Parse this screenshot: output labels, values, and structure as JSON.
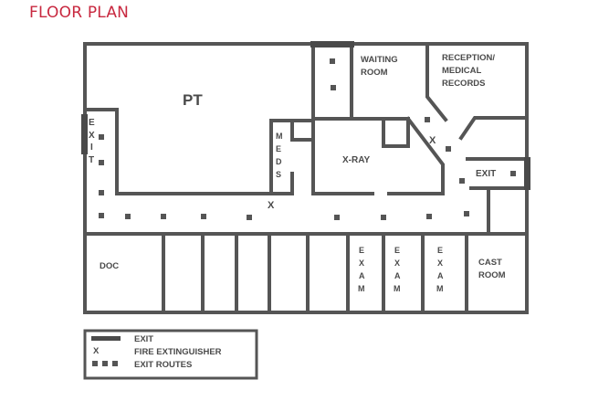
{
  "title": "FLOOR PLAN",
  "colors": {
    "title": "#c8283f",
    "wall": "#555555",
    "exit": "#4a4a4a"
  },
  "rooms": {
    "pt": "PT",
    "waiting": [
      "WAITING",
      "ROOM"
    ],
    "reception": [
      "RECEPTION/",
      "MEDICAL",
      "RECORDS"
    ],
    "meds": [
      "M",
      "E",
      "D",
      "S"
    ],
    "xray": "X-RAY",
    "exit_east": "EXIT",
    "exit_west": [
      "E",
      "X",
      "I",
      "T"
    ],
    "doc": "DOC",
    "exam": [
      "E",
      "X",
      "A",
      "M"
    ],
    "cast": [
      "CAST",
      "ROOM"
    ]
  },
  "fire_extinguisher_symbol": "X",
  "legend": {
    "items": [
      {
        "symbol": "exit-line",
        "label": "EXIT"
      },
      {
        "symbol": "X",
        "label": "FIRE EXTINGUISHER"
      },
      {
        "symbol": "squares",
        "label": "EXIT ROUTES"
      }
    ]
  }
}
